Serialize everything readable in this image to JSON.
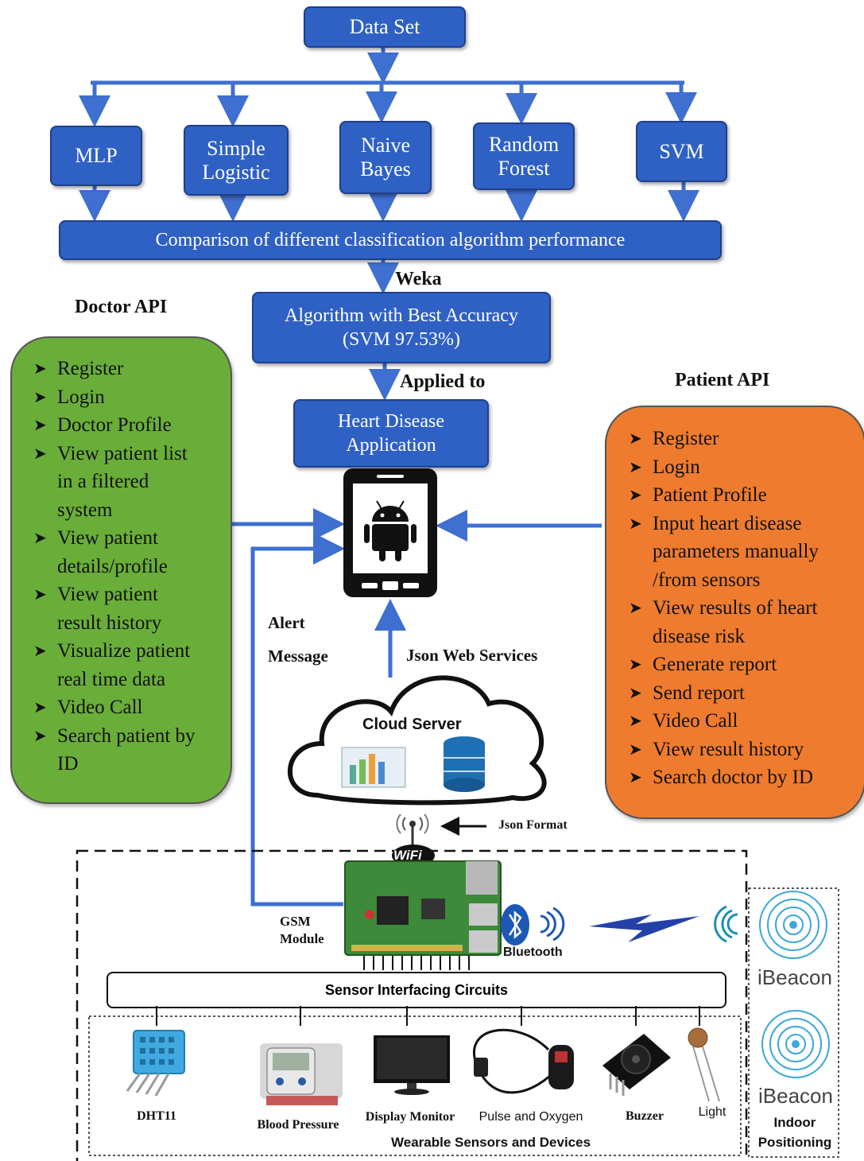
{
  "colors": {
    "box_blue": "#2f61c4",
    "doctor_panel": "#6aae3a",
    "patient_panel": "#ef7b2e",
    "connector": "#3f6fd0"
  },
  "top": {
    "dataset": "Data Set",
    "algorithms": [
      "MLP",
      "Simple\nLogistic",
      "Naive\nBayes",
      "Random\nForest",
      "SVM"
    ],
    "comparison": "Comparison of different classification algorithm performance",
    "weka": "Weka",
    "best": "Algorithm with Best Accuracy\n(SVM 97.53%)",
    "applied_to": "Applied to",
    "app": "Heart Disease\nApplication"
  },
  "doctor": {
    "title": "Doctor API",
    "items": [
      "Register",
      "Login",
      "Doctor Profile",
      "View patient list\nin a filtered\nsystem",
      "View patient\ndetails/profile",
      "View patient\nresult history",
      "Visualize patient\nreal time data",
      "Video Call",
      "Search patient by\nID"
    ]
  },
  "patient": {
    "title": "Patient API",
    "items": [
      "Register",
      "Login",
      "Patient Profile",
      "Input heart disease\nparameters manually\n/from sensors",
      "View results of heart\ndisease risk",
      "Generate report",
      "Send report",
      "Video Call",
      "View result history",
      "Search doctor by ID"
    ]
  },
  "middle": {
    "alert": "Alert",
    "message": "Message",
    "json_ws": "Json Web Services",
    "cloud": "Cloud Server",
    "json_format": "Json Format",
    "wifi": "WiFi",
    "gsm": "GSM\nModule",
    "bluetooth": "Bluetooth"
  },
  "hardware": {
    "interface": "Sensor Interfacing Circuits",
    "devices": [
      "DHT11",
      "Blood Pressure",
      "Display Monitor",
      "Pulse and Oxygen",
      "Buzzer",
      "Light"
    ],
    "wearable": "Wearable Sensors and Devices",
    "ibeacon": "iBeacon",
    "indoor": "Indoor\nPositioning"
  }
}
